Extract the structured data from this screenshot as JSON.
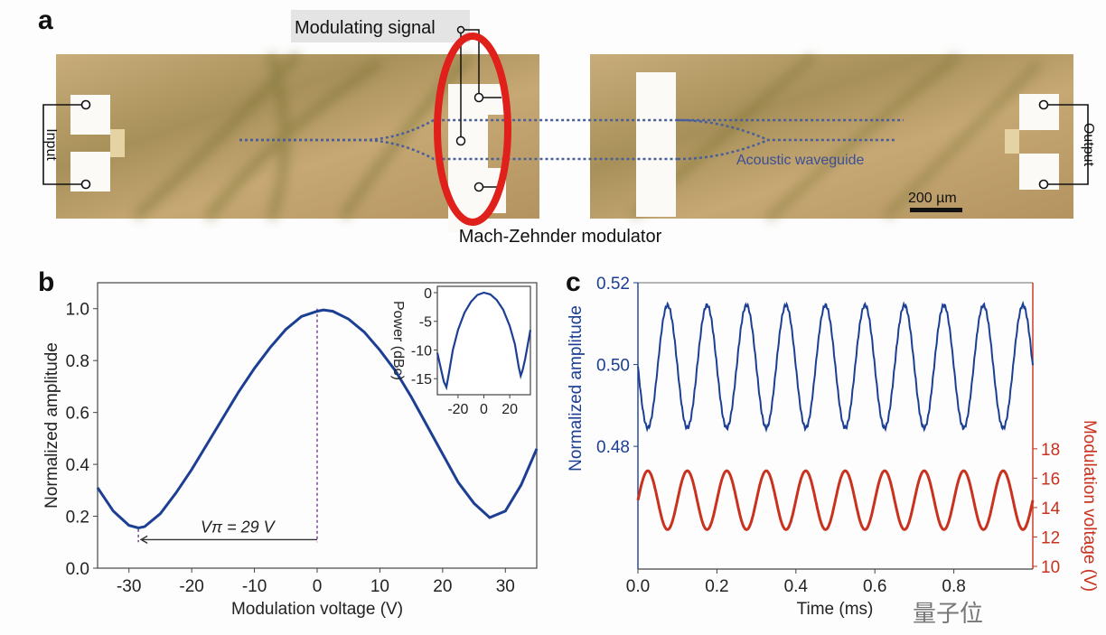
{
  "figure": {
    "panel_labels": {
      "a": "a",
      "b": "b",
      "c": "c"
    },
    "panel_a": {
      "modulating_signal": "Modulating signal",
      "mzm_label": "Mach-Zehnder modulator",
      "input_label": "Input",
      "output_label": "Output",
      "waveguide_label": "Acoustic waveguide",
      "scale_bar": "200 µm",
      "colors": {
        "substrate": "#b89a66",
        "waveguide": "#4a5f9a",
        "highlight": "#e0201a",
        "pad": "#fbfaf7"
      }
    },
    "watermark": "量子位"
  },
  "chart_data": [
    {
      "panel": "b",
      "type": "line",
      "xlabel": "Modulation voltage (V)",
      "ylabel": "Normalized amplitude",
      "xlim": [
        -35,
        35
      ],
      "ylim": [
        0,
        1.1
      ],
      "xticks": [
        -30,
        -20,
        -10,
        0,
        10,
        20,
        30
      ],
      "yticks": [
        0.0,
        0.2,
        0.4,
        0.6,
        0.8,
        1.0
      ],
      "color": "#1c3f94",
      "x": [
        -35,
        -32.5,
        -30,
        -28.5,
        -27.5,
        -25,
        -22.5,
        -20,
        -17.5,
        -15,
        -12.5,
        -10,
        -7.5,
        -5,
        -2.5,
        0,
        1,
        2.5,
        5,
        7.5,
        10,
        12.5,
        15,
        17.5,
        20,
        22.5,
        25,
        27.5,
        30,
        32.5,
        35
      ],
      "y": [
        0.31,
        0.22,
        0.165,
        0.155,
        0.16,
        0.21,
        0.29,
        0.38,
        0.48,
        0.58,
        0.68,
        0.77,
        0.85,
        0.92,
        0.97,
        0.99,
        0.995,
        0.99,
        0.96,
        0.91,
        0.84,
        0.76,
        0.66,
        0.55,
        0.44,
        0.33,
        0.25,
        0.195,
        0.22,
        0.32,
        0.46
      ],
      "annotation": {
        "text": "Vπ = 29 V",
        "from_x": 0,
        "to_x": -28.5,
        "y": 0.11
      },
      "inset": {
        "type": "line",
        "ylabel": "Power (dBc)",
        "xlim": [
          -36,
          36
        ],
        "ylim": [
          -17.8,
          1.1
        ],
        "xticks": [
          -20,
          0,
          20
        ],
        "yticks": [
          0,
          -5,
          -10,
          -15
        ],
        "x": [
          -36,
          -33,
          -31,
          -29,
          -27,
          -24,
          -20,
          -15,
          -10,
          -5,
          0,
          5,
          10,
          15,
          20,
          24,
          27,
          28.5,
          30,
          32,
          36
        ],
        "y": [
          -10.5,
          -13.5,
          -15.5,
          -16.5,
          -14,
          -10,
          -6.5,
          -3.5,
          -1.6,
          -0.4,
          0,
          -0.3,
          -1.3,
          -3,
          -5.8,
          -9,
          -13,
          -14.5,
          -13.5,
          -11.5,
          -6.5
        ]
      }
    },
    {
      "panel": "c",
      "type": "line",
      "xlabel": "Time (ms)",
      "ylabel_left": "Normalized amplitude",
      "ylabel_right": "Modulation voltage (V)",
      "xlim": [
        0,
        1.0
      ],
      "ylim_left": [
        0.45,
        0.52
      ],
      "ylim_right": [
        10,
        29.3
      ],
      "xticks": [
        0.0,
        0.2,
        0.4,
        0.6,
        0.8
      ],
      "xtick_labels": [
        "0.0",
        "0.2",
        "0.4",
        "0.6",
        "0.8"
      ],
      "yticks_left": [
        0.48,
        0.5,
        0.52
      ],
      "yticks_right": [
        10,
        12,
        14,
        16,
        18
      ],
      "series": [
        {
          "name": "Normalized amplitude",
          "axis": "left",
          "color": "#1c3f94",
          "model": "sine",
          "frequency_khz": 10,
          "mean": 0.4995,
          "amplitude": -0.015
        },
        {
          "name": "Modulation voltage",
          "axis": "right",
          "color": "#c8321e",
          "model": "sine",
          "frequency_khz": 10,
          "mean": 14.5,
          "amplitude": 2.0
        }
      ]
    }
  ]
}
